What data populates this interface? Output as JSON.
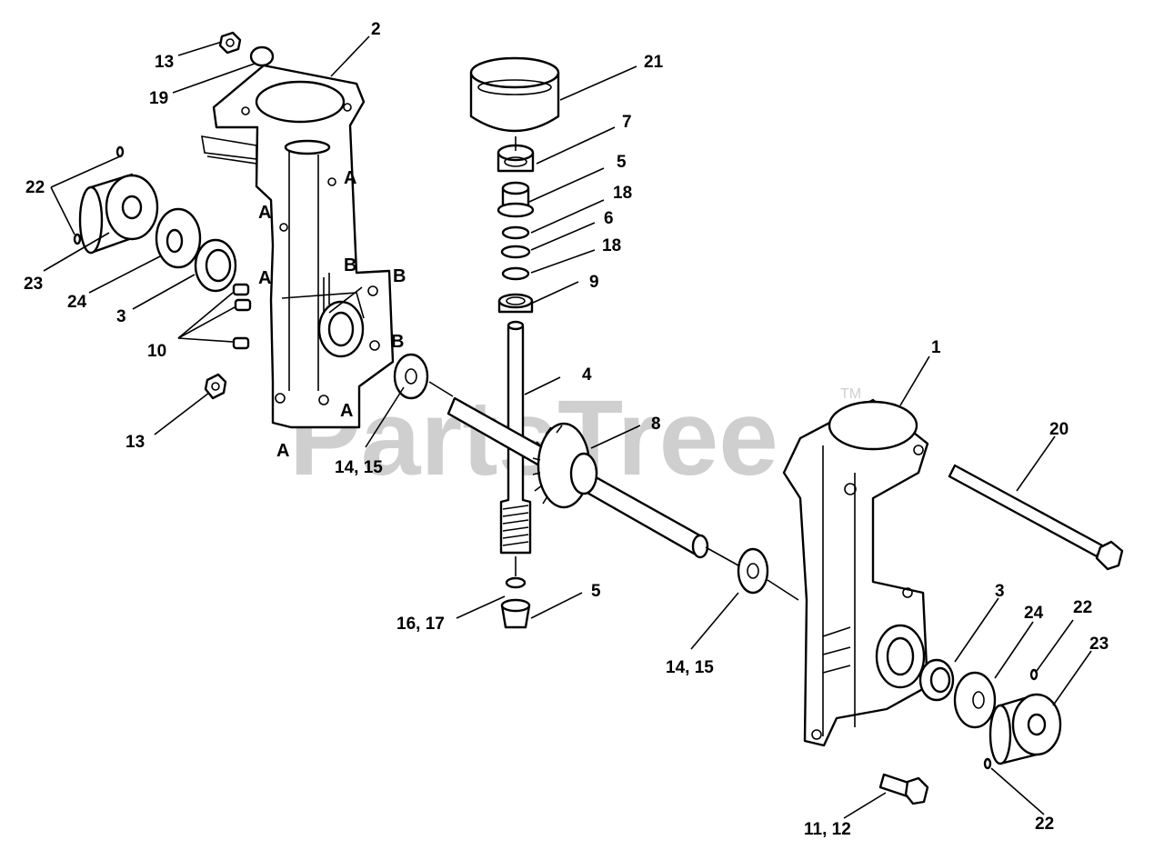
{
  "watermark": {
    "text": "PartsTree",
    "tm": "TM"
  },
  "callouts": [
    "13",
    "19",
    "2",
    "22",
    "23",
    "24",
    "3",
    "10",
    "13",
    "14, 15",
    "21",
    "7",
    "5",
    "18",
    "6",
    "18",
    "9",
    "4",
    "8",
    "16, 17",
    "5",
    "1",
    "20",
    "14, 15",
    "3",
    "24",
    "22",
    "23",
    "11, 12",
    "22"
  ],
  "zone_labels": [
    "A",
    "A",
    "A",
    "B",
    "B",
    "B",
    "A",
    "A"
  ]
}
